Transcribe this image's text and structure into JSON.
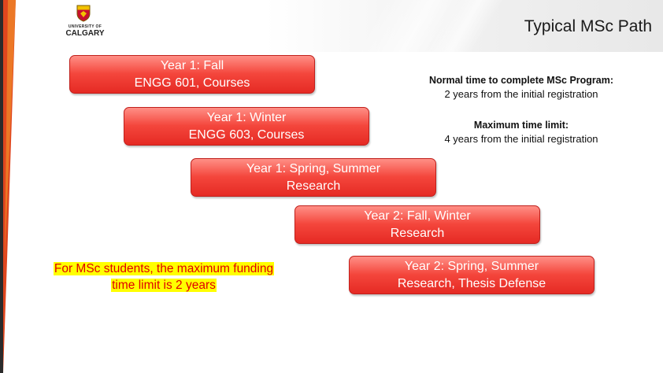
{
  "header": {
    "title": "Typical MSc Path",
    "logo_line1": "UNIVERSITY OF",
    "logo_line2": "CALGARY"
  },
  "timeline": [
    {
      "line1": "Year 1: Fall",
      "line2": "ENGG 601, Courses"
    },
    {
      "line1": "Year 1: Winter",
      "line2": "ENGG 603, Courses"
    },
    {
      "line1": "Year 1: Spring, Summer",
      "line2": "Research"
    },
    {
      "line1": "Year 2: Fall, Winter",
      "line2": "Research"
    },
    {
      "line1": "Year 2: Spring, Summer",
      "line2": "Research, Thesis Defense"
    }
  ],
  "info": {
    "normal_heading": "Normal time to complete MSc Program:",
    "normal_value": "2 years from the initial registration",
    "max_heading": "Maximum time limit:",
    "max_value": "4 years from the initial registration"
  },
  "funding_note": {
    "line1": "For MSc students, the maximum funding",
    "line2": "time limit is 2 years"
  },
  "colors": {
    "box_red": "#f4463c",
    "highlight": "#ffff00",
    "note_text": "#e00000",
    "accent_red": "#d83a1c"
  }
}
